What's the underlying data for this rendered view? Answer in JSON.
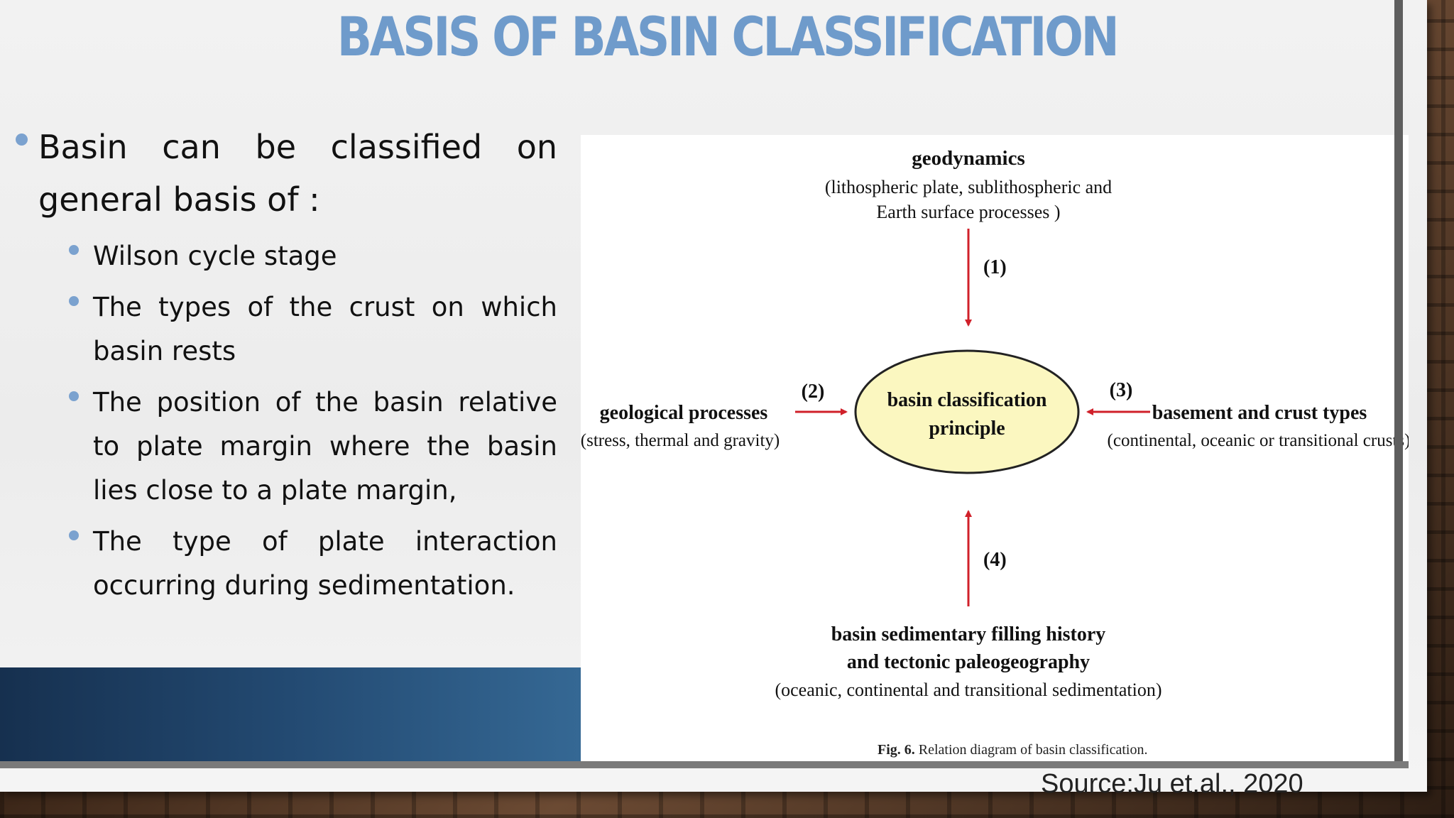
{
  "slide": {
    "title": "BASIS OF BASIN CLASSIFICATION",
    "colors": {
      "title": "#6f9bcb",
      "bullet": "#7ba2cf",
      "band": "#234a72",
      "arrow": "#d0202a",
      "ellipse_fill": "#fbf7c0"
    },
    "bullets": {
      "main": "Basin can be classified on general basis of :",
      "sub": [
        "Wilson cycle stage",
        "The types of the crust on which basin rests",
        "The position of the basin relative to plate margin where the basin lies close to a plate margin,",
        "The type of plate interaction occurring during sedimentation."
      ]
    },
    "source": "Source:Ju et.al., 2020"
  },
  "diagram": {
    "center": {
      "line1": "basin classification",
      "line2": "principle"
    },
    "top": {
      "title": "geodynamics",
      "line1": "(lithospheric plate,  sublithospheric and",
      "line2": "Earth surface processes )",
      "arrow_label": "(1)"
    },
    "left": {
      "title": "geological processes",
      "line1": "(stress, thermal and gravity)",
      "arrow_label": "(2)"
    },
    "right": {
      "title": "basement and crust types",
      "line1": "(continental, oceanic or transitional crusts)",
      "arrow_label": "(3)"
    },
    "bottom": {
      "title1": "basin sedimentary filling history",
      "title2": "and tectonic paleogeography",
      "line1": "(oceanic, continental and transitional sedimentation)",
      "arrow_label": "(4)"
    },
    "caption_bold": "Fig. 6.",
    "caption_text": " Relation diagram of basin classification."
  }
}
